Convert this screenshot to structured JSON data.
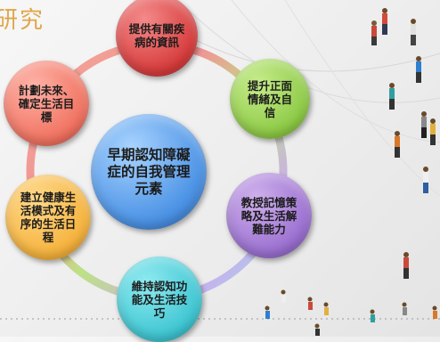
{
  "title": "研究",
  "diagram": {
    "center": "早期認知障礙症的自我管理元素",
    "items": [
      "提供有關疾病的資訊",
      "提升正面情緒及自信",
      "教授記憶策略及生活解難能力",
      "維持認知功能及生活技巧",
      "建立健康生活模式及有序的生活日程",
      "計劃未來、確定生活目標"
    ]
  },
  "colors": {
    "title": "#e0a64a",
    "ring_top": "#f08a8a",
    "ring_right": "#b8e07a",
    "ring_bottom": "#c7a6ec",
    "ring_left": "#f5b89a"
  }
}
